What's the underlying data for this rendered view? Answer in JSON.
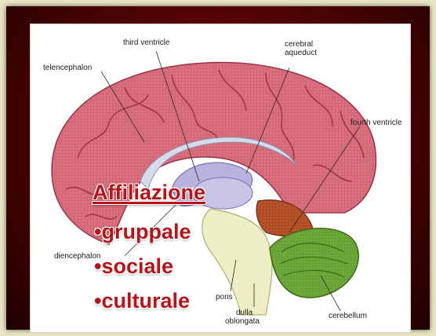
{
  "labels": {
    "third_ventricle": "third ventricle",
    "cerebral_aqueduct_1": "cerebral",
    "cerebral_aqueduct_2": "aqueduct",
    "telencephalon": "telencephalon",
    "fourth_ventricle": "fourth ventricle",
    "diencephalon": "diencephalon",
    "pons": "pons",
    "medulla_1": "dulla",
    "medulla_2": "oblongata",
    "cerebellum": "cerebellum"
  },
  "overlay": {
    "title": "Affiliazione",
    "items": [
      "•gruppale",
      "•sociale",
      "•culturale"
    ]
  },
  "colors": {
    "cortex": "#d9707e",
    "cerebellum": "#6fa83a",
    "brainstem": "#eeeec4",
    "midbrain": "#b8532a",
    "ventricle": "#b9b2de",
    "accent_text": "#b4141a"
  }
}
